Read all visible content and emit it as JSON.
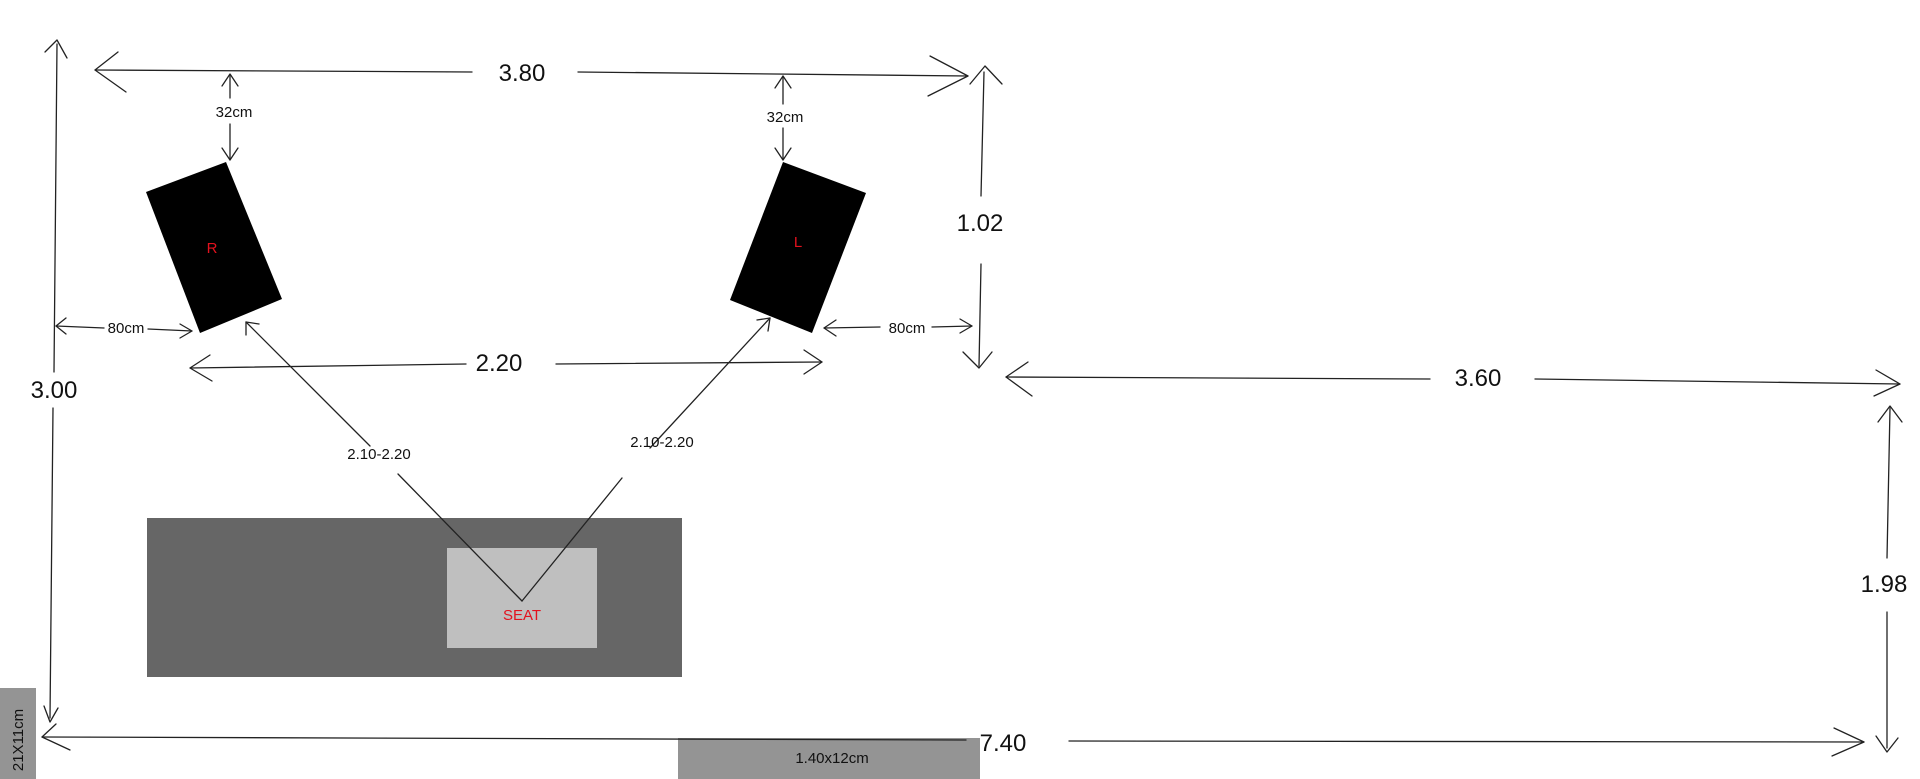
{
  "colors": {
    "speaker": "#000000",
    "speaker_label": "#e3111d",
    "sofa": "#666666",
    "seat": "#bfbfbf",
    "seat_label": "#e3111d",
    "panel": "#949494",
    "panel_text": "#111111",
    "line": "#222222"
  },
  "room": {
    "front_width": "3.80",
    "left_depth": "3.00",
    "right_step_depth": "1.02",
    "side_width": "3.60",
    "side_depth": "1.98",
    "total_width": "7.40"
  },
  "speakers": {
    "right_label": "R",
    "left_label": "L",
    "wall_gap_right": "32cm",
    "wall_gap_left": "32cm",
    "side_gap_right": "80cm",
    "side_gap_left": "80cm",
    "spacing": "2.20"
  },
  "listening": {
    "distance_right": "2.10-2.20",
    "distance_left": "2.10-2.20",
    "seat_label": "SEAT"
  },
  "panels": {
    "bottom_panel": "1.40x12cm",
    "corner_panel": "21X11cm"
  }
}
